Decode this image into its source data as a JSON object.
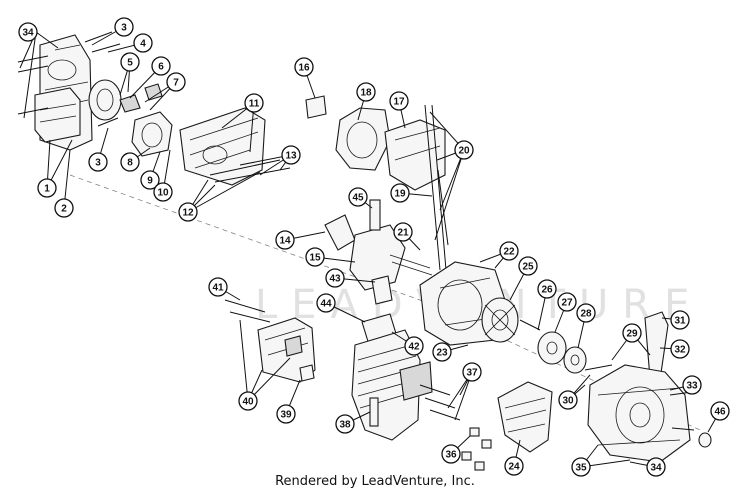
{
  "footer": {
    "credit": "Rendered by LeadVenture, Inc."
  },
  "watermark": {
    "text": "LEADVENTURE"
  },
  "callouts": [
    {
      "label": "1"
    },
    {
      "label": "2"
    },
    {
      "label": "3"
    },
    {
      "label": "3"
    },
    {
      "label": "4"
    },
    {
      "label": "5"
    },
    {
      "label": "6"
    },
    {
      "label": "7"
    },
    {
      "label": "8"
    },
    {
      "label": "9"
    },
    {
      "label": "10"
    },
    {
      "label": "11"
    },
    {
      "label": "12"
    },
    {
      "label": "13"
    },
    {
      "label": "14"
    },
    {
      "label": "15"
    },
    {
      "label": "16"
    },
    {
      "label": "17"
    },
    {
      "label": "18"
    },
    {
      "label": "19"
    },
    {
      "label": "20"
    },
    {
      "label": "21"
    },
    {
      "label": "22"
    },
    {
      "label": "23"
    },
    {
      "label": "24"
    },
    {
      "label": "25"
    },
    {
      "label": "26"
    },
    {
      "label": "27"
    },
    {
      "label": "28"
    },
    {
      "label": "29"
    },
    {
      "label": "30"
    },
    {
      "label": "31"
    },
    {
      "label": "32"
    },
    {
      "label": "33"
    },
    {
      "label": "34"
    },
    {
      "label": "34"
    },
    {
      "label": "35"
    },
    {
      "label": "36"
    },
    {
      "label": "37"
    },
    {
      "label": "38"
    },
    {
      "label": "39"
    },
    {
      "label": "40"
    },
    {
      "label": "41"
    },
    {
      "label": "42"
    },
    {
      "label": "43"
    },
    {
      "label": "44"
    },
    {
      "label": "45"
    },
    {
      "label": "46"
    }
  ]
}
